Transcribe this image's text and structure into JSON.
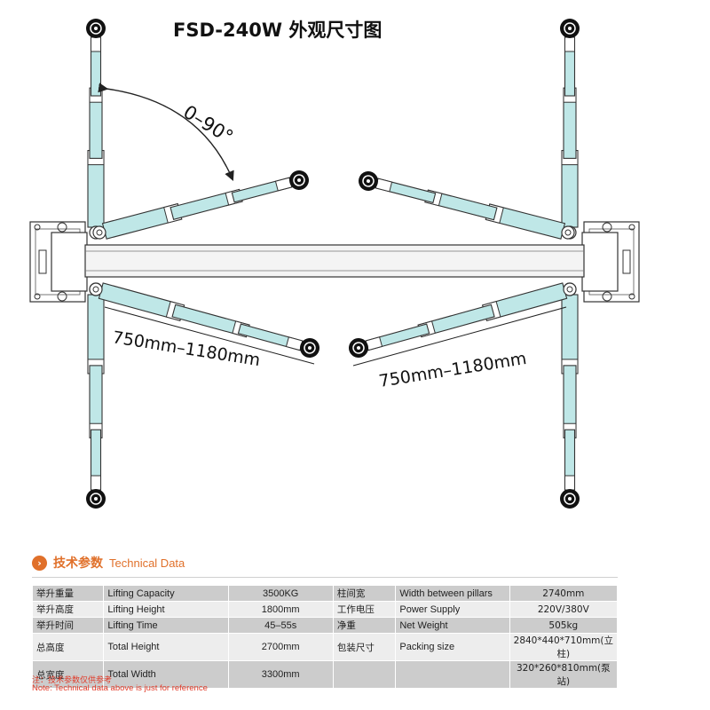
{
  "title": "FSD-240W 外观尺寸图",
  "diagram": {
    "angle_label": "0–90°",
    "arm_label_left": "750mm–1180mm",
    "arm_label_right": "750mm–1180mm",
    "arm_color": "#bfe7e7"
  },
  "section": {
    "title_cn": "技术参数",
    "title_en": "Technical Data",
    "accent_color": "#e0702a"
  },
  "spec_rows": [
    [
      "举升重量",
      "Lifting Capacity",
      "3500KG",
      "柱间宽",
      "Width between pillars",
      "2740mm"
    ],
    [
      "举升高度",
      "Lifting Height",
      "1800mm",
      "工作电压",
      "Power Supply",
      "220V/380V"
    ],
    [
      "举升时间",
      "Lifting Time",
      "45–55s",
      "净重",
      "Net Weight",
      "505kg"
    ],
    [
      "总高度",
      "Total Height",
      "2700mm",
      "包装尺寸",
      "Packing size",
      "2840*440*710mm(立柱)"
    ],
    [
      "总宽度",
      "Total Width",
      "3300mm",
      "",
      "",
      "320*260*810mm(泵站)"
    ]
  ],
  "notes": {
    "cn": "注：技术参数仅供参考",
    "en": "Note: Technical data above is just for reference"
  }
}
